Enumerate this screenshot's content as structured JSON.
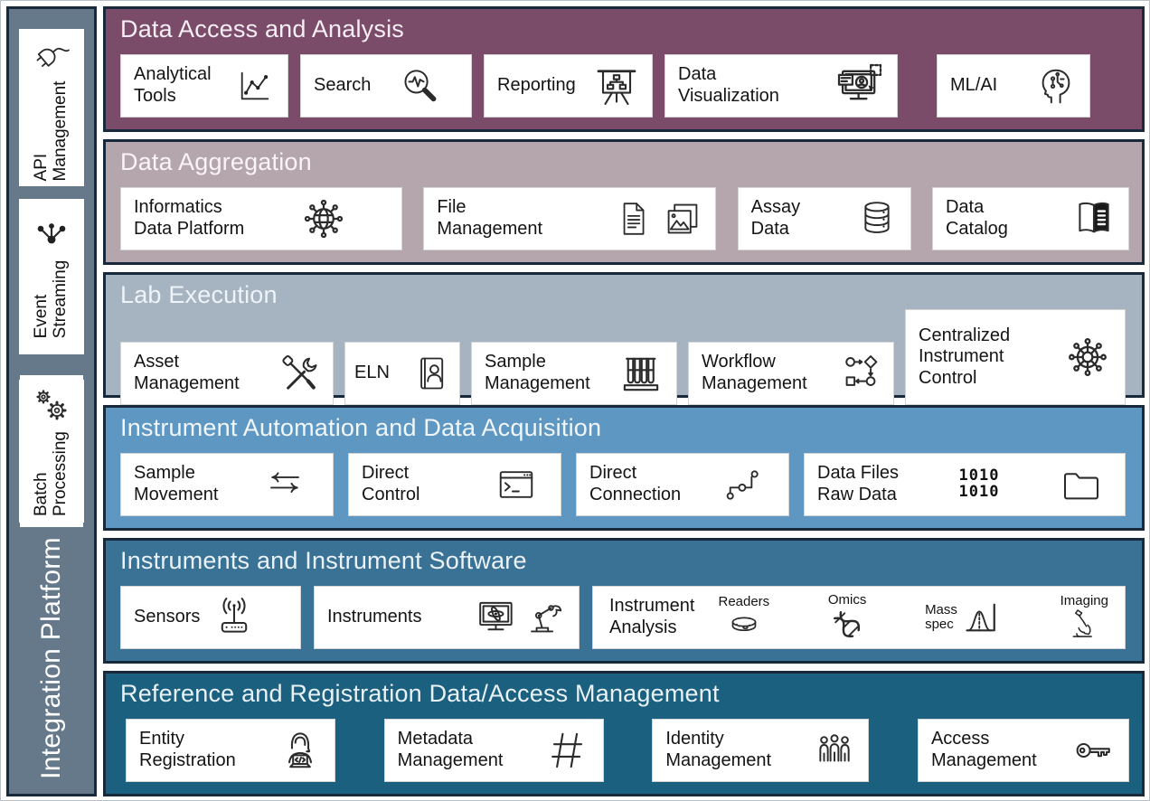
{
  "sidebar": {
    "title": "Integration Platform",
    "background": "#65798A",
    "items": [
      {
        "label": "API\nManagement",
        "icon": "plug-icon"
      },
      {
        "label": "Event\nStreaming",
        "icon": "event-network-icon"
      },
      {
        "label": "Batch\nProcessing",
        "icon": "gears-icon"
      }
    ]
  },
  "border_color": "#17293B",
  "bands": [
    {
      "title": "Data Access and Analysis",
      "color": "#7B4C69",
      "cards": [
        {
          "label": "Analytical\nTools",
          "icon": "line-chart-icon"
        },
        {
          "label": "Search",
          "icon": "search-pulse-icon"
        },
        {
          "label": "Reporting",
          "icon": "presentation-orgchart-icon"
        },
        {
          "label": "Data\nVisualization",
          "icon": "monitor-user-icon"
        },
        {
          "label": "ML/AI",
          "icon": "ai-head-icon"
        }
      ]
    },
    {
      "title": "Data Aggregation",
      "color": "#B5A5AD",
      "cards": [
        {
          "label": "Informatics\nData Platform",
          "icon": "globe-network-icon"
        },
        {
          "label": "File\nManagement",
          "icon": "document-icon photos-icon"
        },
        {
          "label": "Assay\nData",
          "icon": "database-icon"
        },
        {
          "label": "Data\nCatalog",
          "icon": "open-book-icon"
        }
      ]
    },
    {
      "title": "Lab Execution",
      "color": "#A6B4C1",
      "cards": [
        {
          "label": "Asset\nManagement",
          "icon": "crossed-tools-icon"
        },
        {
          "label": "ELN",
          "icon": "notebook-person-icon"
        },
        {
          "label": "Sample\nManagement",
          "icon": "test-tubes-icon"
        },
        {
          "label": "Workflow\nManagement",
          "icon": "flowchart-icon"
        },
        {
          "label": "Centralized\nInstrument\nControl",
          "icon": "ship-wheel-icon"
        }
      ]
    },
    {
      "title": "Instrument Automation and Data Acquisition",
      "color": "#5E97C2",
      "cards": [
        {
          "label": "Sample\nMovement",
          "icon": "bidirectional-arrows-icon"
        },
        {
          "label": "Direct\nControl",
          "icon": "terminal-icon"
        },
        {
          "label": "Direct\nConnection",
          "icon": "connected-nodes-icon"
        },
        {
          "label": "Data Files\nRaw Data",
          "binary": "1010\n1010",
          "icon": "binary-folder-icon"
        }
      ]
    },
    {
      "title": "Instruments and Instrument Software",
      "color": "#3A7296",
      "cards": [
        {
          "label": "Sensors",
          "icon": "antenna-icon"
        },
        {
          "label": "Instruments",
          "icon": "monitor-atom-icon robot-arm-icon"
        },
        {
          "label": "Instrument\nAnalysis",
          "icon": "none",
          "sub": [
            {
              "label": "Readers",
              "icon": "petri-dish-icon"
            },
            {
              "label": "Omics",
              "icon": "dna-icon"
            },
            {
              "label": "Mass\nspec",
              "icon": "mass-spec-peak-icon"
            },
            {
              "label": "Imaging",
              "icon": "microscope-icon"
            }
          ]
        }
      ]
    },
    {
      "title": "Reference and Registration Data/Access Management",
      "color": "#1B607F",
      "cards": [
        {
          "label": "Entity\nRegistration",
          "icon": "person-laptop-icon"
        },
        {
          "label": "Metadata\nManagement",
          "icon": "hash-icon"
        },
        {
          "label": "Identity\nManagement",
          "icon": "three-people-icon"
        },
        {
          "label": "Access\nManagement",
          "icon": "key-icon"
        }
      ]
    }
  ]
}
